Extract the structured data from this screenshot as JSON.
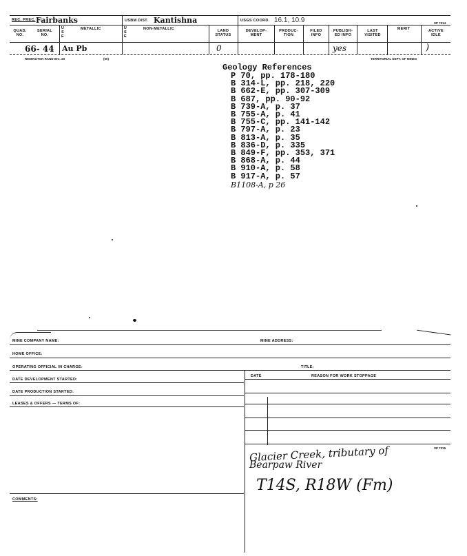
{
  "header": {
    "rec_prec_label": "REC. PREC.",
    "rec_prec_value": "Fairbanks",
    "usbm_dist_label": "USBM DIST.",
    "usbm_dist_value": "Kantishna",
    "usgs_coord_label": "USGS COORD.",
    "usgs_coord_value": "16.1, 10.9",
    "form_code": "SP 7014"
  },
  "columns": {
    "quad_no": "QUAD. NO.",
    "serial_no": "SERIAL NO.",
    "use_metallic": "U S E",
    "metallic": "METALLIC",
    "use_nonmetallic": "U S E",
    "non_metallic": "NON-METALLIC",
    "land_status": "LAND STATUS",
    "development": "DEVELOP- MENT",
    "production": "PRODUC- TION",
    "filed_info": "FILED INFO",
    "published_info": "PUBLISH- ED INFO",
    "last_visited": "LAST VISITED",
    "merit": "MERIT",
    "active_idle": "ACTIVE IDLE"
  },
  "values": {
    "quad_serial": "66- 44",
    "metallic": "Au Pb",
    "land_status": "0",
    "published_info": "yes",
    "active_idle": ")"
  },
  "footer_small": {
    "left": "REMINGTON RAND INC. 20",
    "left2": "(50)",
    "right": "TERRITORIAL DEPT. OF MINES"
  },
  "references": {
    "title": "Geology References",
    "items": [
      "P 70, pp. 178-180",
      "B 314-L, pp. 218, 220",
      "B 662-E, pp. 307-309",
      "B 687, pp. 90-92",
      "B 739-A, p. 37",
      "B 755-A, p. 41",
      "B 755-C, pp. 141-142",
      "B 797-A, p. 23",
      "B 813-A, p. 35",
      "B 836-D, p. 335",
      "B 849-F, pp. 353, 371",
      "B 868-A, p. 44",
      "B 910-A, p. 58",
      "B 917-A, p. 57"
    ],
    "handwritten": "B1108-A, p 26"
  },
  "lower_form": {
    "mine_company_name": "MINE COMPANY NAME:",
    "mine_address": "MINE ADDRESS:",
    "home_office": "HOME OFFICE:",
    "operating_official": "OPERATING OFFICIAL IN CHARGE:",
    "title": "TITLE:",
    "date_dev_started": "DATE DEVELOPMENT STARTED:",
    "date_col": "DATE",
    "reason_col": "REASON FOR WORK STOPPAGE",
    "date_prod_started": "DATE PRODUCTION STARTED:",
    "leases": "LEASES & OFFERS — TERMS OF:",
    "comments": "COMMENTS:",
    "form_code_lower": "SP 7015"
  },
  "notes": {
    "line1": "Glacier Creek, tributary of",
    "line2": "Bearpaw River",
    "line3": "T14S, R18W (Fm)"
  }
}
